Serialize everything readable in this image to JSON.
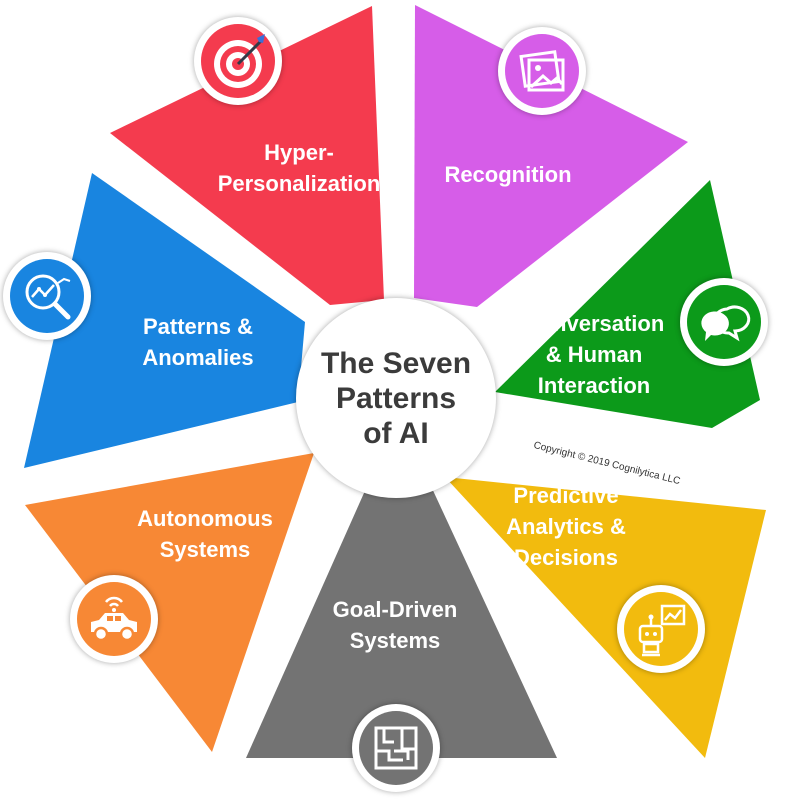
{
  "center_title": [
    "The Seven",
    "Patterns",
    "of AI"
  ],
  "copyright": "Copyright © 2019 Cognilytica LLC",
  "segments": [
    {
      "lines": [
        "Hyper-",
        "Personalization"
      ],
      "color": "#f43b4e",
      "icon": "target-arrow-icon"
    },
    {
      "lines": [
        "Recognition"
      ],
      "color": "#d65de8",
      "icon": "image-gallery-icon"
    },
    {
      "lines": [
        "Conversation",
        "& Human",
        "Interaction"
      ],
      "color": "#0c9a1a",
      "icon": "chat-bubbles-icon"
    },
    {
      "lines": [
        "Predictive",
        "Analytics &",
        "Decisions"
      ],
      "color": "#f2bb0e",
      "icon": "robot-chart-icon"
    },
    {
      "lines": [
        "Goal-Driven",
        "Systems"
      ],
      "color": "#737373",
      "icon": "maze-icon"
    },
    {
      "lines": [
        "Autonomous",
        "Systems"
      ],
      "color": "#f78835",
      "icon": "self-driving-car-icon"
    },
    {
      "lines": [
        "Patterns &",
        "Anomalies"
      ],
      "color": "#1985e0",
      "icon": "magnifier-graph-icon"
    }
  ]
}
